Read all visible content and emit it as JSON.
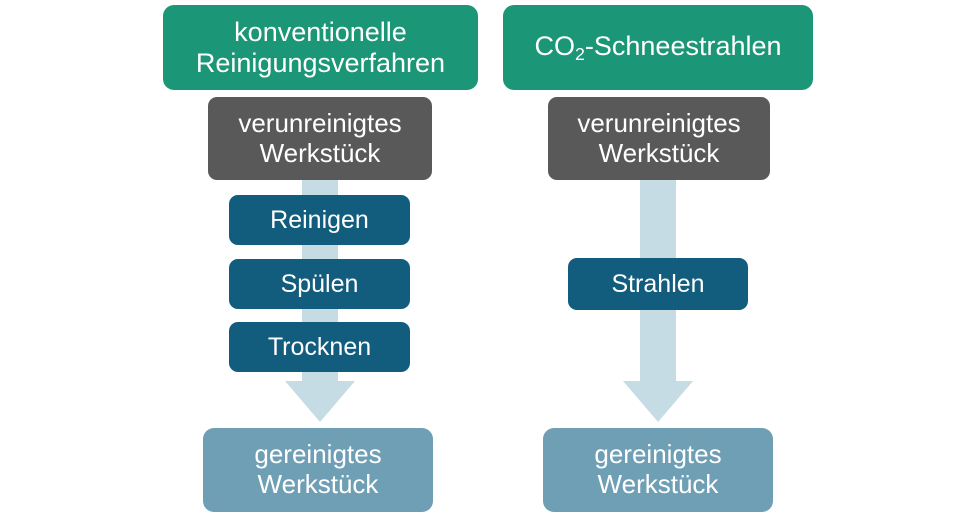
{
  "diagram": {
    "type": "process-flow-comparison",
    "columns": [
      {
        "id": "conventional",
        "header": "konventionelle\nReinigungsverfahren",
        "input": "verunreinigtes\nWerkstück",
        "steps": [
          "Reinigen",
          "Spülen",
          "Trocknen"
        ],
        "output": "gereinigtes\nWerkstück",
        "arrow": "down-arrow-left"
      },
      {
        "id": "co2-snow-blasting",
        "header_prefix": "CO",
        "header_subscript": "2",
        "header_suffix": "-Schneestrahlen",
        "header_plain": "CO2-Schneestrahlen",
        "input": "verunreinigtes\nWerkstück",
        "steps": [
          "Strahlen"
        ],
        "output": "gereinigtes\nWerkstück",
        "arrow": "down-arrow-right"
      }
    ]
  },
  "colors": {
    "header_green": "#1b9676",
    "input_gray": "#595959",
    "step_blue": "#125c7e",
    "output_steel_blue": "#6e9fb4",
    "arrow_light_blue": "#c5dce4",
    "text_white": "#ffffff",
    "background": "#ffffff"
  }
}
